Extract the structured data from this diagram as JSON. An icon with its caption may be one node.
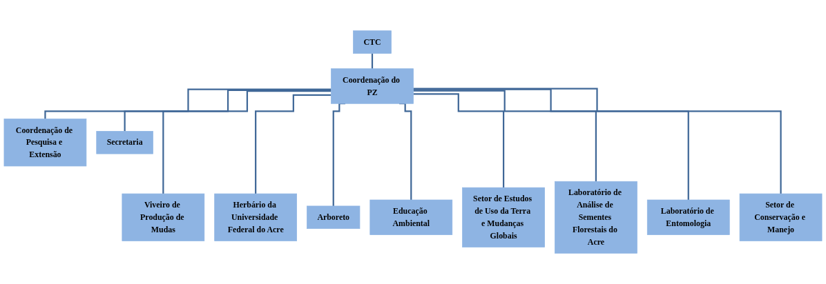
{
  "diagram": {
    "nodes": [
      {
        "text": [
          "CTC"
        ]
      },
      {
        "text": [
          "Coordenação do PZ"
        ]
      },
      {
        "text": [
          "Coordenação de Pesquisa e Extensão"
        ]
      },
      {
        "text": [
          "Secretaria"
        ]
      },
      {
        "text": [
          "Viveiro de Produção de Mudas"
        ]
      },
      {
        "text": [
          "Herbário da Universidade Federal do Acre"
        ]
      },
      {
        "text": [
          "Arboreto"
        ]
      },
      {
        "text": [
          "Educação Ambiental"
        ]
      },
      {
        "text": [
          "Setor de Estudos de Uso da Terra e Mudanças Globais"
        ]
      },
      {
        "text": [
          "Laboratório de Análise de Sementes Florestais do Acre"
        ]
      },
      {
        "text": [
          "Laboratório de Entomologia"
        ]
      },
      {
        "text": [
          "Setor de Conservação e Manejo"
        ]
      }
    ],
    "edges": [
      {
        "from": 0,
        "to": 1,
        "arrow": "none"
      },
      {
        "from": 1,
        "to": 2,
        "arrow": "none"
      },
      {
        "from": 1,
        "to": 3,
        "arrow": "none"
      },
      {
        "from": 1,
        "to": 4,
        "arrow": "none"
      },
      {
        "from": 1,
        "to": 5,
        "arrow": "none"
      },
      {
        "from": 1,
        "to": 6,
        "arrow": "none"
      },
      {
        "from": 1,
        "to": 7,
        "arrow": "none"
      },
      {
        "from": 1,
        "to": 8,
        "arrow": "none"
      },
      {
        "from": 1,
        "to": 9,
        "arrow": "none"
      },
      {
        "from": 1,
        "to": 10,
        "arrow": "none"
      },
      {
        "from": 1,
        "to": 11,
        "arrow": "none"
      }
    ]
  }
}
